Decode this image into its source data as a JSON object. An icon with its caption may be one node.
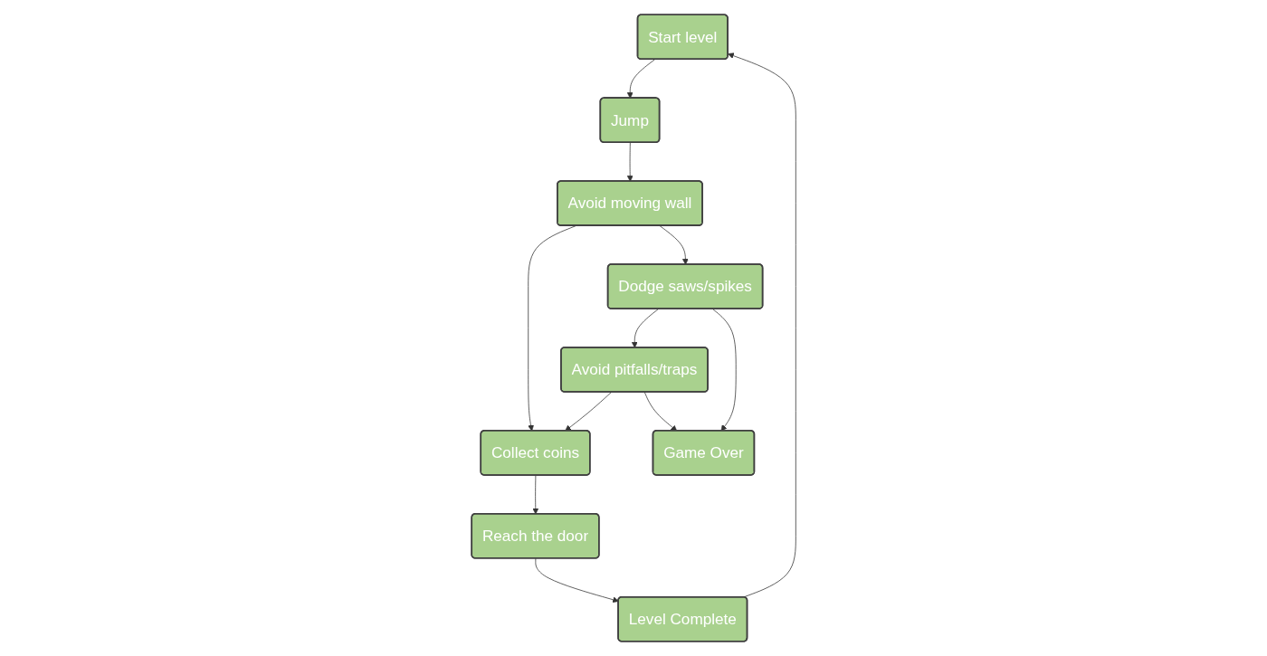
{
  "diagram": {
    "nodes": [
      {
        "text": [
          "Start level"
        ]
      },
      {
        "text": [
          "Level Complete"
        ]
      },
      {
        "text": [
          "Jump"
        ]
      },
      {
        "text": [
          "Reach the door"
        ]
      },
      {
        "text": [
          "Collect coins"
        ]
      },
      {
        "text": [
          "Avoid moving wall"
        ]
      },
      {
        "text": [
          "Avoid pitfalls/traps"
        ]
      },
      {
        "text": [
          "Dodge saws/spikes"
        ]
      },
      {
        "text": [
          "Game Over"
        ]
      }
    ],
    "edges": [
      {
        "from": 1,
        "to": 0,
        "arrow": "to"
      },
      {
        "from": 0,
        "to": 2,
        "arrow": "to"
      },
      {
        "from": 2,
        "to": 5,
        "arrow": "to"
      },
      {
        "from": 5,
        "to": 4,
        "arrow": "to"
      },
      {
        "from": 5,
        "to": 7,
        "arrow": "to"
      },
      {
        "from": 7,
        "to": 6,
        "arrow": "to"
      },
      {
        "from": 6,
        "to": 4,
        "arrow": "to"
      },
      {
        "from": 4,
        "to": 3,
        "arrow": "to"
      },
      {
        "from": 3,
        "to": 1,
        "arrow": "to"
      },
      {
        "from": 6,
        "to": 8,
        "arrow": "to"
      },
      {
        "from": 7,
        "to": 8,
        "arrow": "to"
      }
    ]
  }
}
